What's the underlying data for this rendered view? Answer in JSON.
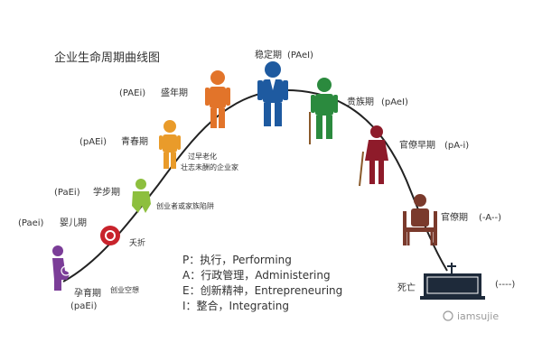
{
  "title": "企业生命周期曲线图",
  "stages": [
    {
      "name": "孕育期",
      "code": "(paEi)"
    },
    {
      "name": "婴儿期",
      "code": "(Paei)"
    },
    {
      "name": "学步期",
      "code": "(PaEi)"
    },
    {
      "name": "青春期",
      "code": "(pAEi)"
    },
    {
      "name": "盛年期",
      "code": "(PAEi)"
    },
    {
      "name": "稳定期",
      "code": "(PAeI)"
    },
    {
      "name": "贵族期",
      "code": "(pAeI)"
    },
    {
      "name": "官僚早期",
      "code": "(pA-i)"
    },
    {
      "name": "官僚期",
      "code": "(-A--)"
    },
    {
      "name": "死亡",
      "code": "(----)"
    }
  ],
  "annotations": {
    "a1": "创业空想",
    "a2": "夭折",
    "a3": "创业者或家族陷阱",
    "a4_line1": "过早老化",
    "a4_line2": "壮志未酬的企业家"
  },
  "legend": [
    "P：执行，Performing",
    "A：行政管理，Administering",
    "E：创新精神，Entrepreneuring",
    "I：整合，Integrating"
  ],
  "watermark": "iamsujie",
  "colors": {
    "curve": "#222222",
    "purple": "#7b3d98",
    "red": "#c8232c",
    "green": "#8dbf3e",
    "orange": "#e99b2a",
    "orange_dark": "#e2742a",
    "blue": "#1e5aa0",
    "green_dark": "#2b8a3e",
    "maroon": "#8e1b2a",
    "brown": "#7a3a2c"
  }
}
